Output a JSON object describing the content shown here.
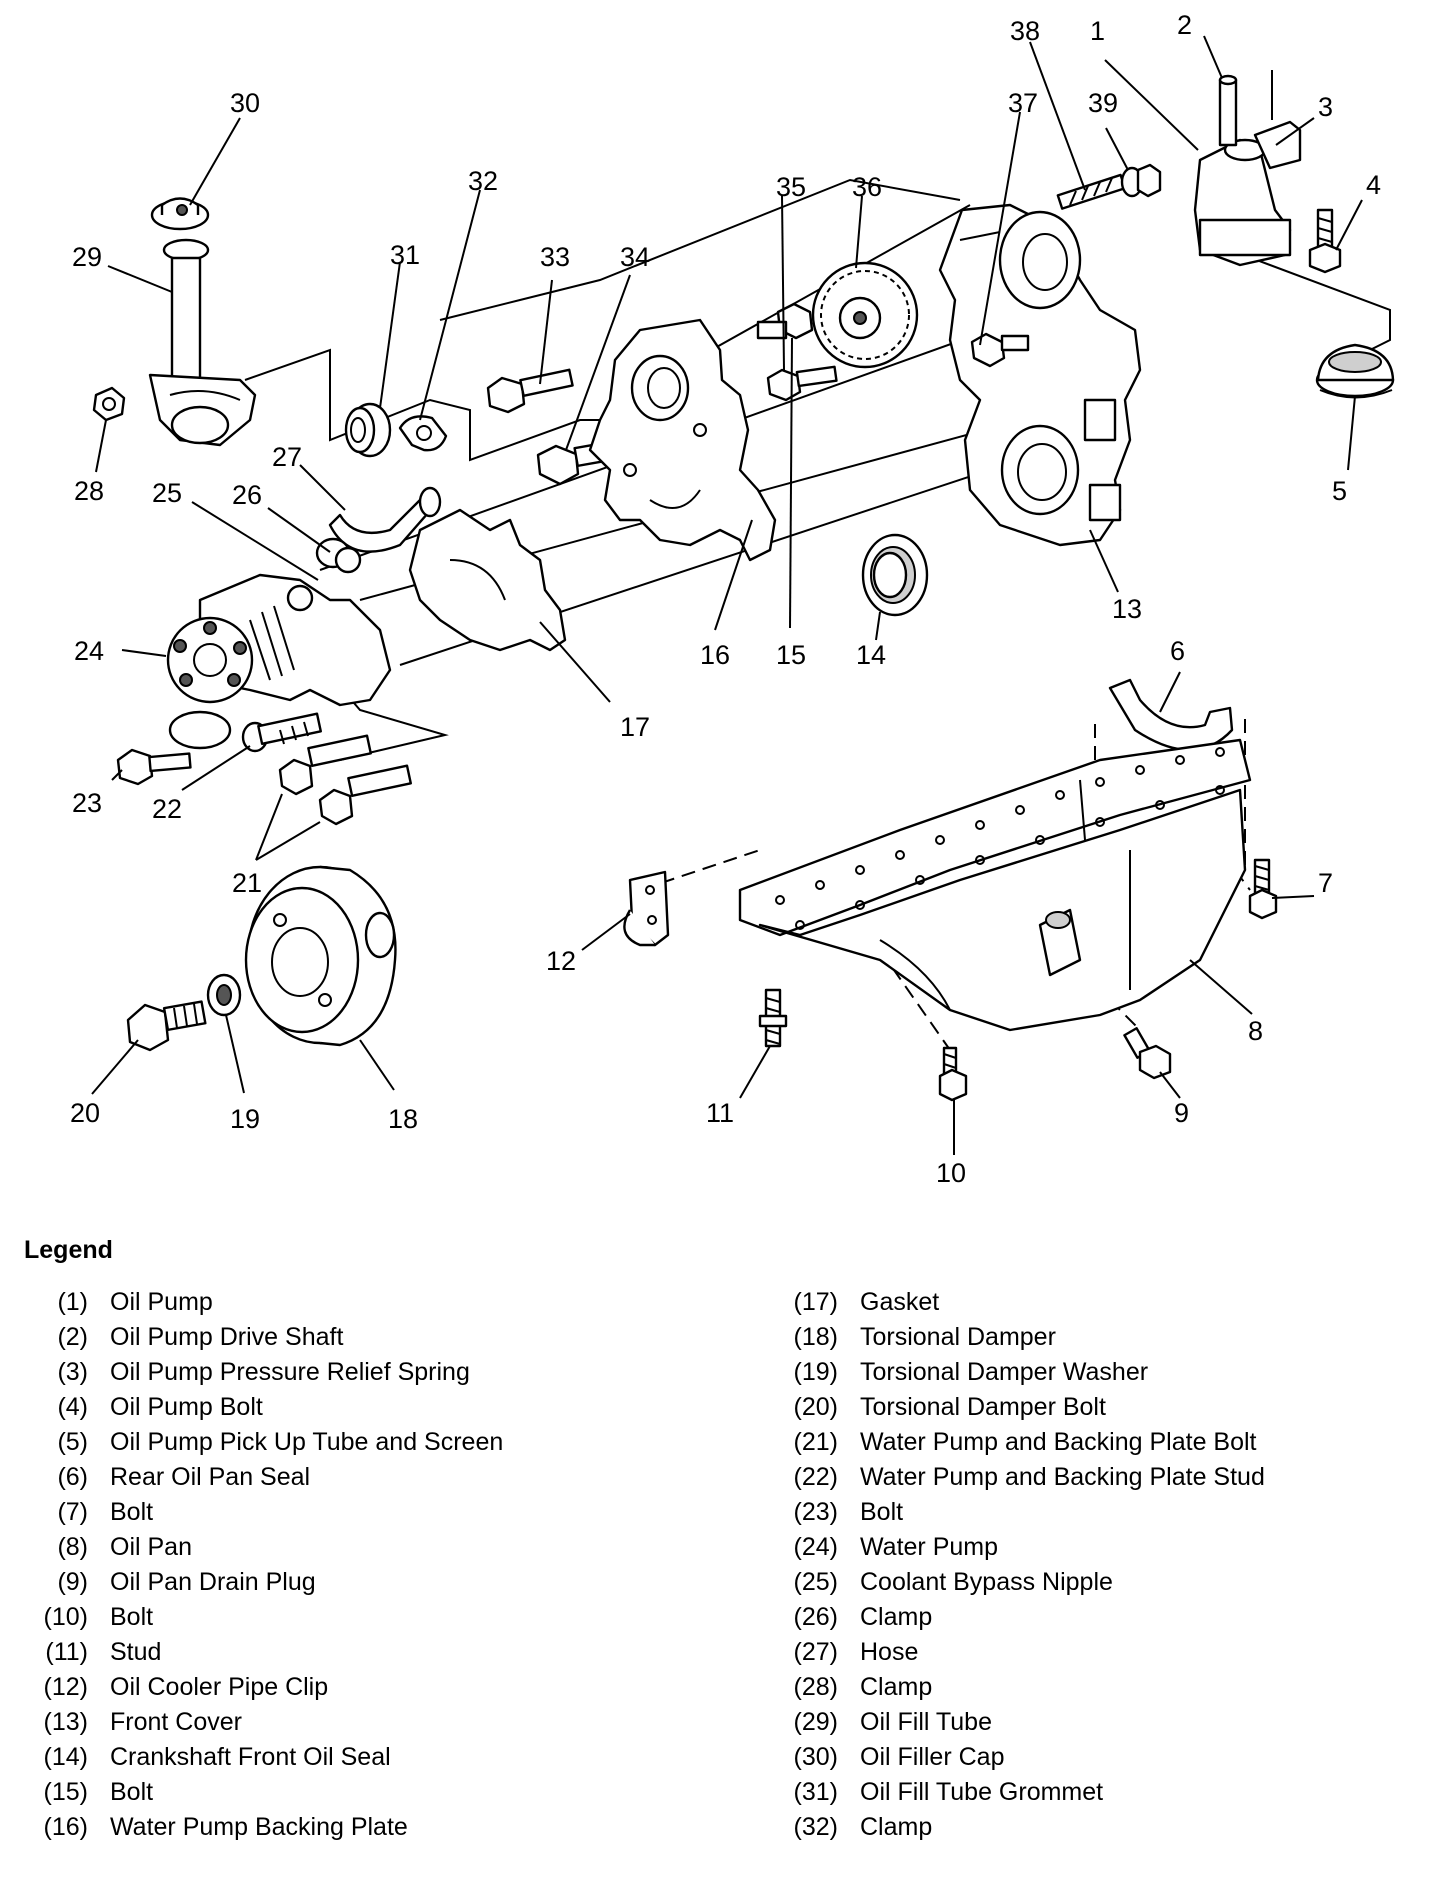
{
  "callouts": [
    "1",
    "2",
    "3",
    "4",
    "5",
    "6",
    "7",
    "8",
    "9",
    "10",
    "11",
    "12",
    "13",
    "14",
    "15",
    "16",
    "17",
    "18",
    "19",
    "20",
    "21",
    "22",
    "23",
    "24",
    "25",
    "26",
    "27",
    "28",
    "29",
    "30",
    "31",
    "32",
    "33",
    "34",
    "35",
    "36",
    "37",
    "38",
    "39"
  ],
  "legend": {
    "title": "Legend",
    "items": [
      {
        "num": "(1)",
        "name": "Oil Pump"
      },
      {
        "num": "(2)",
        "name": "Oil Pump Drive Shaft"
      },
      {
        "num": "(3)",
        "name": "Oil Pump Pressure Relief Spring"
      },
      {
        "num": "(4)",
        "name": "Oil Pump Bolt"
      },
      {
        "num": "(5)",
        "name": "Oil Pump Pick Up Tube and Screen"
      },
      {
        "num": "(6)",
        "name": "Rear Oil Pan Seal"
      },
      {
        "num": "(7)",
        "name": "Bolt"
      },
      {
        "num": "(8)",
        "name": "Oil Pan"
      },
      {
        "num": "(9)",
        "name": "Oil Pan Drain Plug"
      },
      {
        "num": "(10)",
        "name": "Bolt"
      },
      {
        "num": "(11)",
        "name": "Stud"
      },
      {
        "num": "(12)",
        "name": "Oil Cooler Pipe Clip"
      },
      {
        "num": "(13)",
        "name": "Front Cover"
      },
      {
        "num": "(14)",
        "name": "Crankshaft Front Oil Seal"
      },
      {
        "num": "(15)",
        "name": "Bolt"
      },
      {
        "num": "(16)",
        "name": "Water Pump Backing Plate"
      },
      {
        "num": "(17)",
        "name": "Gasket"
      },
      {
        "num": "(18)",
        "name": "Torsional Damper"
      },
      {
        "num": "(19)",
        "name": "Torsional Damper Washer"
      },
      {
        "num": "(20)",
        "name": "Torsional Damper Bolt"
      },
      {
        "num": "(21)",
        "name": "Water Pump and Backing Plate Bolt"
      },
      {
        "num": "(22)",
        "name": "Water Pump and Backing Plate Stud"
      },
      {
        "num": "(23)",
        "name": "Bolt"
      },
      {
        "num": "(24)",
        "name": "Water Pump"
      },
      {
        "num": "(25)",
        "name": "Coolant Bypass Nipple"
      },
      {
        "num": "(26)",
        "name": "Clamp"
      },
      {
        "num": "(27)",
        "name": "Hose"
      },
      {
        "num": "(28)",
        "name": "Clamp"
      },
      {
        "num": "(29)",
        "name": "Oil Fill Tube"
      },
      {
        "num": "(30)",
        "name": "Oil Filler Cap"
      },
      {
        "num": "(31)",
        "name": "Oil Fill Tube Grommet"
      },
      {
        "num": "(32)",
        "name": "Clamp"
      }
    ]
  }
}
